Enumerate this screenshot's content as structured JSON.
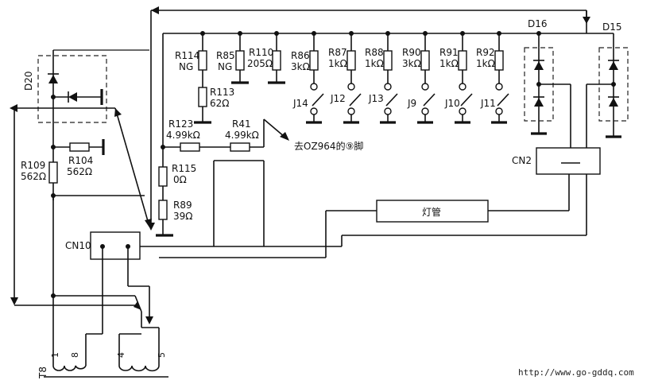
{
  "components": {
    "r114": {
      "ref": "R114",
      "value": "NG"
    },
    "r85": {
      "ref": "R85",
      "value": "NG"
    },
    "r110": {
      "ref": "R110",
      "value": "205Ω"
    },
    "r86": {
      "ref": "R86",
      "value": "3kΩ"
    },
    "r87": {
      "ref": "R87",
      "value": "1kΩ"
    },
    "r88": {
      "ref": "R88",
      "value": "1kΩ"
    },
    "r90": {
      "ref": "R90",
      "value": "3kΩ"
    },
    "r91": {
      "ref": "R91",
      "value": "1kΩ"
    },
    "r92": {
      "ref": "R92",
      "value": "1kΩ"
    },
    "r113": {
      "ref": "R113",
      "value": "62Ω"
    },
    "r123": {
      "ref": "R123",
      "value": "4.99kΩ"
    },
    "r41": {
      "ref": "R41",
      "value": "4.99kΩ"
    },
    "r115": {
      "ref": "R115",
      "value": "0Ω"
    },
    "r89": {
      "ref": "R89",
      "value": "39Ω"
    },
    "r109": {
      "ref": "R109",
      "value": "562Ω"
    },
    "r104": {
      "ref": "R104",
      "value": "562Ω"
    }
  },
  "switches": {
    "j14": "J14",
    "j12": "J12",
    "j13": "J13",
    "j9": "J9",
    "j10": "J10",
    "j11": "J11"
  },
  "diodes": {
    "d16": "D16",
    "d15": "D15",
    "d20": "D20"
  },
  "connectors": {
    "cn10": "CN10",
    "cn2": "CN2"
  },
  "lamp_label": "灯管",
  "annotation": "去OZ964的⑨脚",
  "transformer": {
    "ref": "T8",
    "pins": [
      "1",
      "8",
      "4",
      "5"
    ]
  },
  "watermark": "http://www.go-gddq.com"
}
